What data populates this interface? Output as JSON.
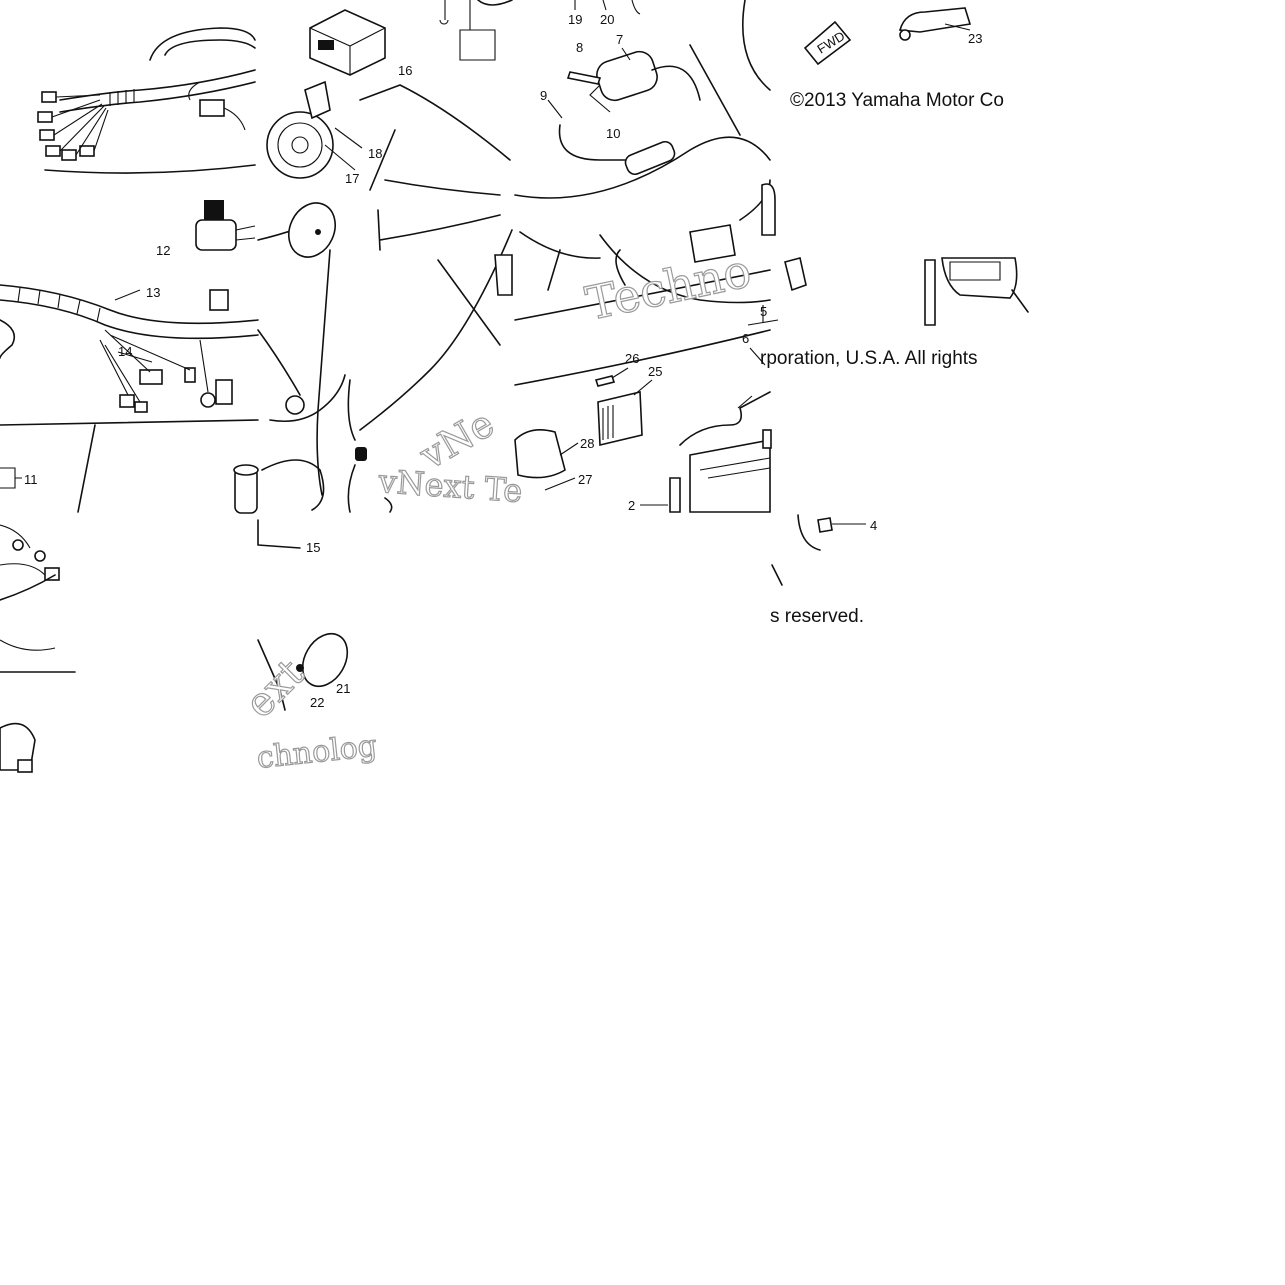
{
  "copyright": {
    "part1": "©2013 Yamaha Motor Co",
    "part2": "rporation, U.S.A. All rights",
    "part3": "s reserved."
  },
  "fwd_label": "FWD",
  "watermark": {
    "text_a": "Techno",
    "text_b": "vNext Te",
    "text_c": "vNe",
    "text_d": "ext",
    "text_e": "chnolog"
  },
  "callouts": {
    "n2": "2",
    "n4": "4",
    "n5": "5",
    "n6": "6",
    "n7": "7",
    "n8": "8",
    "n9": "9",
    "n10": "10",
    "n11": "11",
    "n12": "12",
    "n13": "13",
    "n14": "14",
    "n15": "15",
    "n16": "16",
    "n17": "17",
    "n18": "18",
    "n19": "19",
    "n20": "20",
    "n21": "21",
    "n22": "22",
    "n23": "23",
    "n25": "25",
    "n26": "26",
    "n27": "27",
    "n28": "28"
  }
}
